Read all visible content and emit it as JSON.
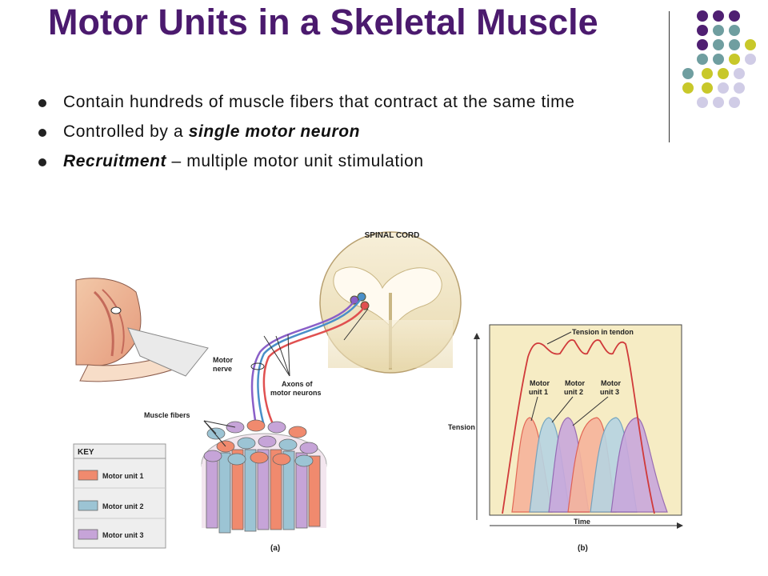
{
  "slide": {
    "title": "Motor Units in a Skeletal Muscle",
    "bullets": [
      {
        "pre": "Contain hundreds of muscle fibers that contract at the same time",
        "em": "",
        "post": ""
      },
      {
        "pre": "Controlled by a ",
        "em": "single motor neuron",
        "post": ""
      },
      {
        "pre": "",
        "em": "Recruitment",
        "post": " – multiple motor unit stimulation"
      }
    ]
  },
  "colors": {
    "title": "#4b1a6e",
    "deco_purple": "#4f1f72",
    "deco_teal": "#6f9ea0",
    "deco_yellow": "#c8c82a",
    "deco_lavender": "#d0cce6",
    "motor_unit_1": "#f08a6e",
    "motor_unit_2": "#9cc4d4",
    "motor_unit_3": "#c6a4d8",
    "graph_bg": "#f6ecc4"
  },
  "figure_a": {
    "spinal_cord_label": "SPINAL CORD",
    "motor_nerve_label": [
      "Motor",
      "nerve"
    ],
    "axons_label": [
      "Axons of",
      "motor neurons"
    ],
    "muscle_fibers_label": "Muscle fibers",
    "key_title": "KEY",
    "key_items": [
      "Motor unit 1",
      "Motor unit 2",
      "Motor unit 3"
    ],
    "caption": "(a)"
  },
  "figure_b": {
    "tension_in_tendon_label": "Tension in tendon",
    "motor_unit_labels": [
      [
        "Motor",
        "unit 1"
      ],
      [
        "Motor",
        "unit 2"
      ],
      [
        "Motor",
        "unit 3"
      ]
    ],
    "y_axis_label": "Tension",
    "x_axis_label": "Time",
    "caption": "(b)"
  }
}
